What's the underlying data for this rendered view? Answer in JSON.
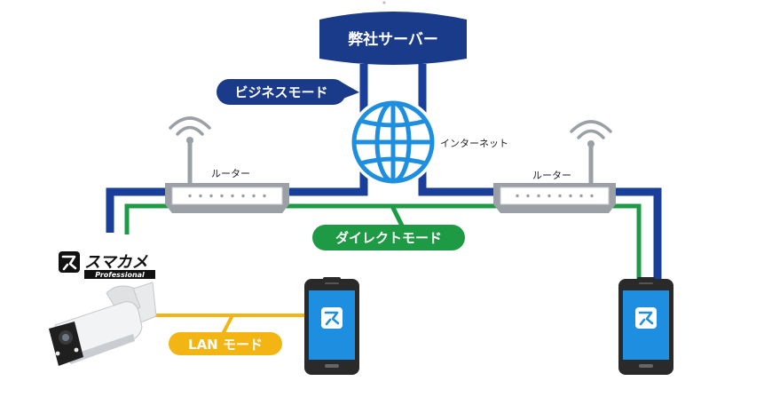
{
  "server": {
    "label": "弊社サーバー"
  },
  "internet": {
    "label": "インターネット"
  },
  "routers": {
    "left_label": "ルーター",
    "right_label": "ルーター"
  },
  "modes": {
    "business": "ビジネスモード",
    "direct": "ダイレクトモード",
    "lan": "LAN モード"
  },
  "brand": {
    "name": "スマカメ",
    "sub": "Professional"
  },
  "colors": {
    "business_line": "#1a3f9a",
    "direct_line": "#1e9a45",
    "lan_line": "#f2b514",
    "server_fill": "#1a3a8a",
    "globe": "#1e8fe0",
    "router_gray": "#9aa0a6",
    "phone_body": "#2a2a2a",
    "phone_screen": "#1e8fe0"
  }
}
